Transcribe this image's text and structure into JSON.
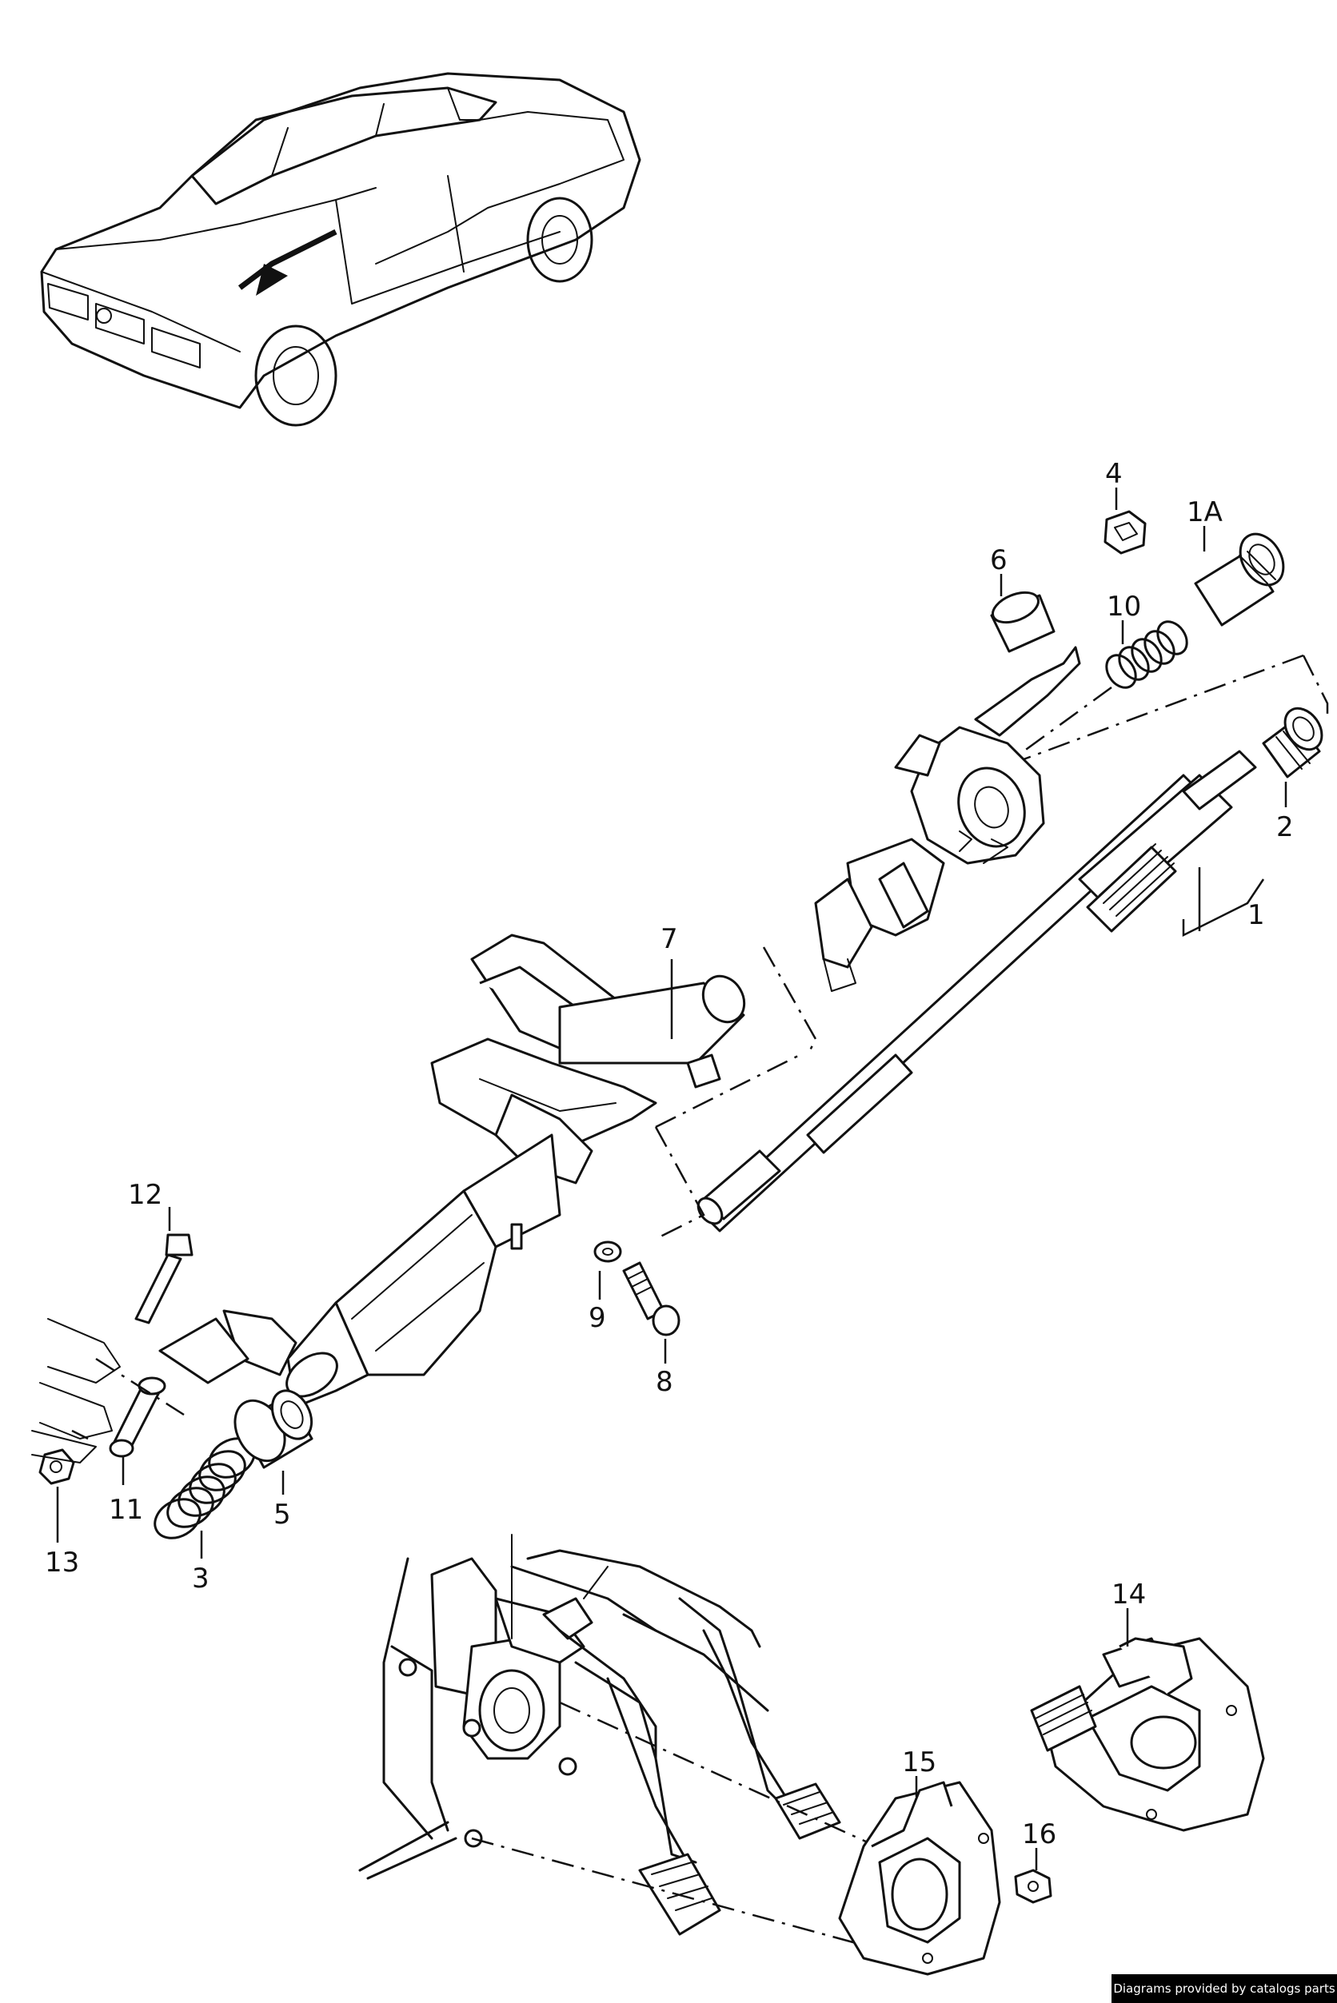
{
  "labels": {
    "p1": "1",
    "p1a": "1A",
    "p2": "2",
    "p3": "3",
    "p4": "4",
    "p5": "5",
    "p6": "6",
    "p7": "7",
    "p8": "8",
    "p9": "9",
    "p10": "10",
    "p11": "11",
    "p12": "12",
    "p13": "13",
    "p14": "14",
    "p15": "15",
    "p16": "16"
  },
  "credit": "Diagrams provided by catalogs parts"
}
